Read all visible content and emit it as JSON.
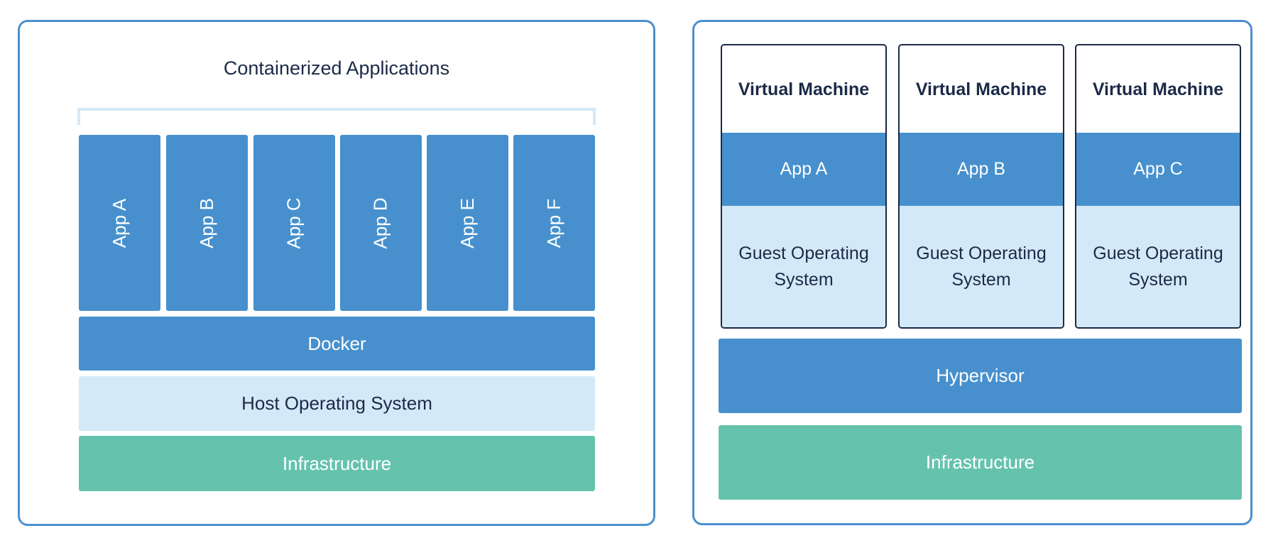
{
  "containers": {
    "title": "Containerized Applications",
    "apps": [
      "App A",
      "App B",
      "App C",
      "App D",
      "App E",
      "App F"
    ],
    "docker": "Docker",
    "host_os": "Host Operating System",
    "infrastructure": "Infrastructure"
  },
  "vms": {
    "machines": [
      {
        "title": "Virtual Machine",
        "app": "App A",
        "os": "Guest Operating System"
      },
      {
        "title": "Virtual Machine",
        "app": "App B",
        "os": "Guest Operating System"
      },
      {
        "title": "Virtual Machine",
        "app": "App C",
        "os": "Guest Operating System"
      }
    ],
    "hypervisor": "Hypervisor",
    "infrastructure": "Infrastructure"
  },
  "colors": {
    "border": "#4a90ce",
    "app_blue": "#4790cd",
    "light_blue": "#d4e9f8",
    "infrastructure_green": "#65c3ad",
    "text": "#1b2a47"
  }
}
